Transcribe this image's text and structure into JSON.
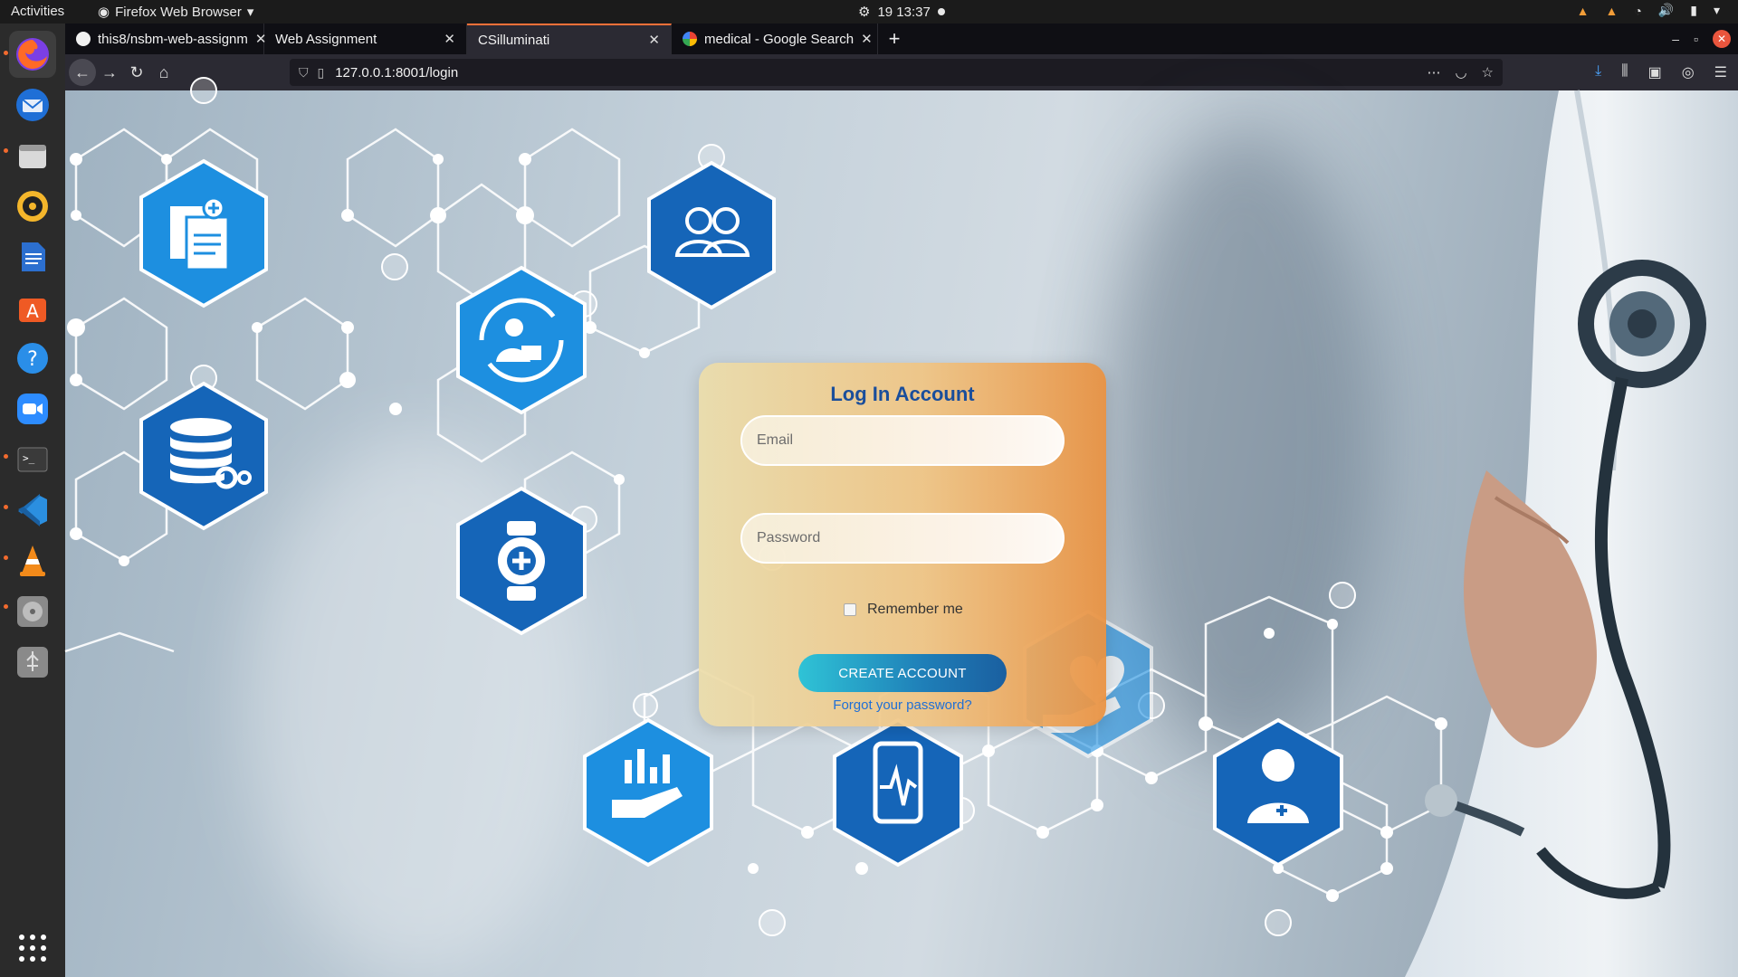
{
  "topbar": {
    "activities": "Activities",
    "app_name": "Firefox Web Browser",
    "clock": "19 13:37"
  },
  "dock": {
    "items": [
      "firefox-icon",
      "thunderbird-icon",
      "files-icon",
      "rhythmbox-icon",
      "writer-icon",
      "software-icon",
      "help-icon",
      "zoom-icon",
      "terminal-icon",
      "vscode-icon",
      "vlc-icon",
      "disc-icon",
      "usb-icon",
      "apps-grid-icon"
    ]
  },
  "browser": {
    "tabs": [
      {
        "title": "this8/nsbm-web-assignm",
        "favicon": "github-icon"
      },
      {
        "title": "Web Assignment",
        "favicon": ""
      },
      {
        "title": "CSilluminati",
        "favicon": ""
      },
      {
        "title": "medical - Google Search",
        "favicon": "google-icon"
      }
    ],
    "url": "127.0.0.1:8001/login"
  },
  "login": {
    "title": "Log In Account",
    "email_placeholder": "Email",
    "password_placeholder": "Password",
    "remember_label": "Remember me",
    "create_label": "CREATE ACCOUNT",
    "forgot_label": "Forgot your password?"
  },
  "colors": {
    "title": "#1a4e9b",
    "hex_blue": "#1d7fd0",
    "tab_accent": "#ff7139"
  }
}
